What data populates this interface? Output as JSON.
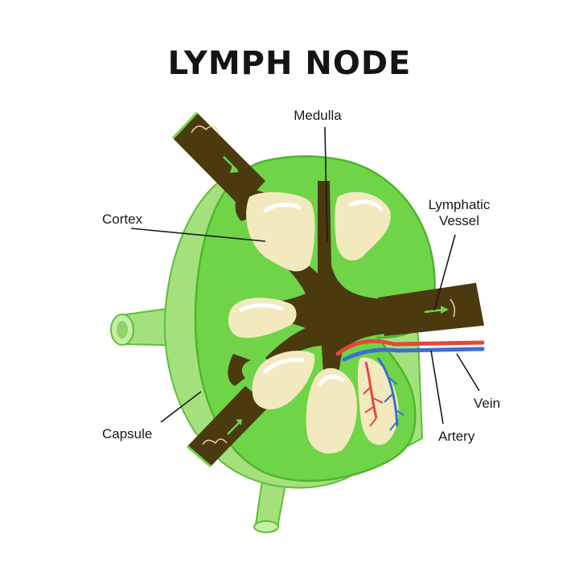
{
  "title": "LYMPH NODE",
  "labels": {
    "medulla": "Medulla",
    "cortex": "Cortex",
    "lymphatic_vessel_line1": "Lymphatic",
    "lymphatic_vessel_line2": "Vessel",
    "capsule": "Capsule",
    "vein": "Vein",
    "artery": "Artery"
  },
  "colors": {
    "capsule_light": "#a4e07c",
    "capsule_outline": "#5cbf3a",
    "node_green": "#6fd448",
    "node_inner": "#5ccc3a",
    "medulla_brown": "#4a3a0e",
    "cortex_cream": "#f3e9bf",
    "highlight": "#ffffff",
    "artery_red": "#e4473a",
    "vein_blue": "#3b6fd0"
  }
}
